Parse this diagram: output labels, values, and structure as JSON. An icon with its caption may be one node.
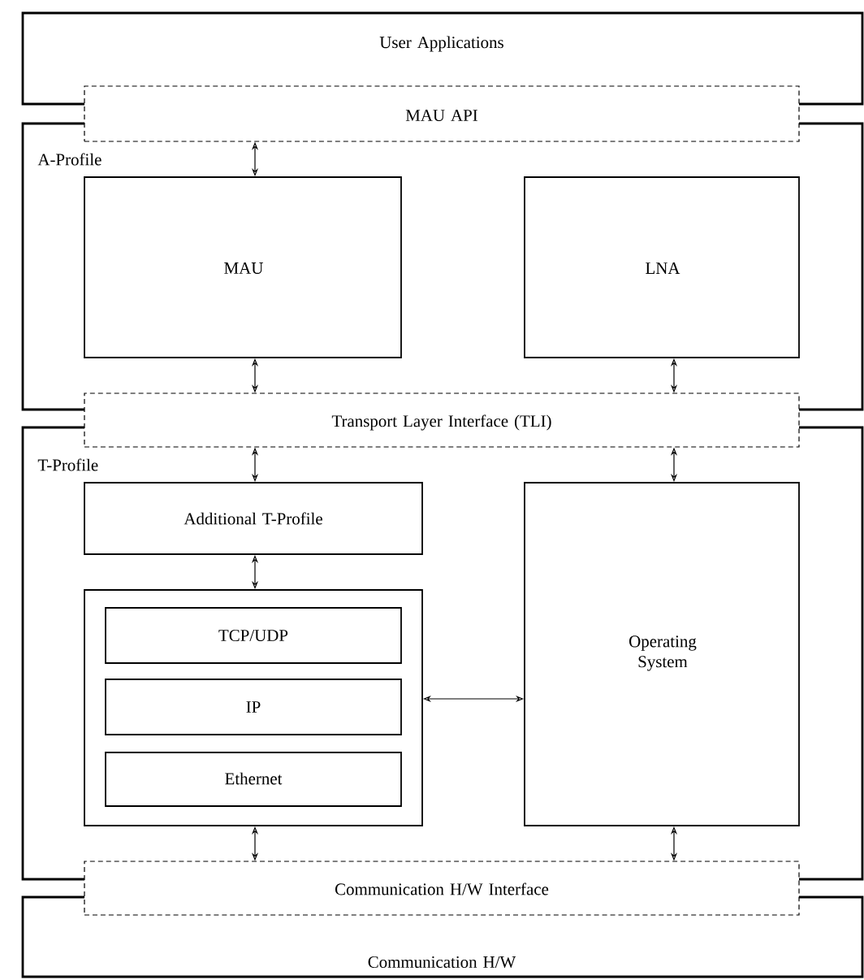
{
  "diagram": {
    "nodes": [
      {
        "text": [
          "User Applications"
        ]
      },
      {
        "text": [
          "MAU API"
        ]
      },
      {
        "text": [
          "A-Profile"
        ]
      },
      {
        "text": [
          "MAU"
        ],
        "in": 2
      },
      {
        "text": [
          "LNA"
        ],
        "in": 2
      },
      {
        "text": [
          "Transport Layer Interface (TLI)"
        ]
      },
      {
        "text": [
          "T-Profile"
        ]
      },
      {
        "text": [
          "Additional T-Profile"
        ],
        "in": 6
      },
      {
        "text": [],
        "shape": "box",
        "in": 6
      },
      {
        "text": [
          "TCP/UDP"
        ],
        "in": 8
      },
      {
        "text": [
          "IP"
        ],
        "in": 8
      },
      {
        "text": [
          "Ethernet"
        ],
        "in": 8
      },
      {
        "text": [
          "Operating System"
        ],
        "in": 6
      },
      {
        "text": [
          "Communication H/W Interface"
        ]
      },
      {
        "text": [
          "Communication H/W"
        ]
      }
    ],
    "edges": [
      {
        "from": 1,
        "to": 3,
        "arrow": "both"
      },
      {
        "from": 3,
        "to": 5,
        "arrow": "both"
      },
      {
        "from": 4,
        "to": 5,
        "arrow": "both"
      },
      {
        "from": 5,
        "to": 7,
        "arrow": "both"
      },
      {
        "from": 5,
        "to": 12,
        "arrow": "both"
      },
      {
        "from": 7,
        "to": 8,
        "arrow": "both"
      },
      {
        "from": 8,
        "to": 12,
        "arrow": "both"
      },
      {
        "from": 8,
        "to": 13,
        "arrow": "both"
      },
      {
        "from": 12,
        "to": 13,
        "arrow": "both"
      }
    ]
  }
}
